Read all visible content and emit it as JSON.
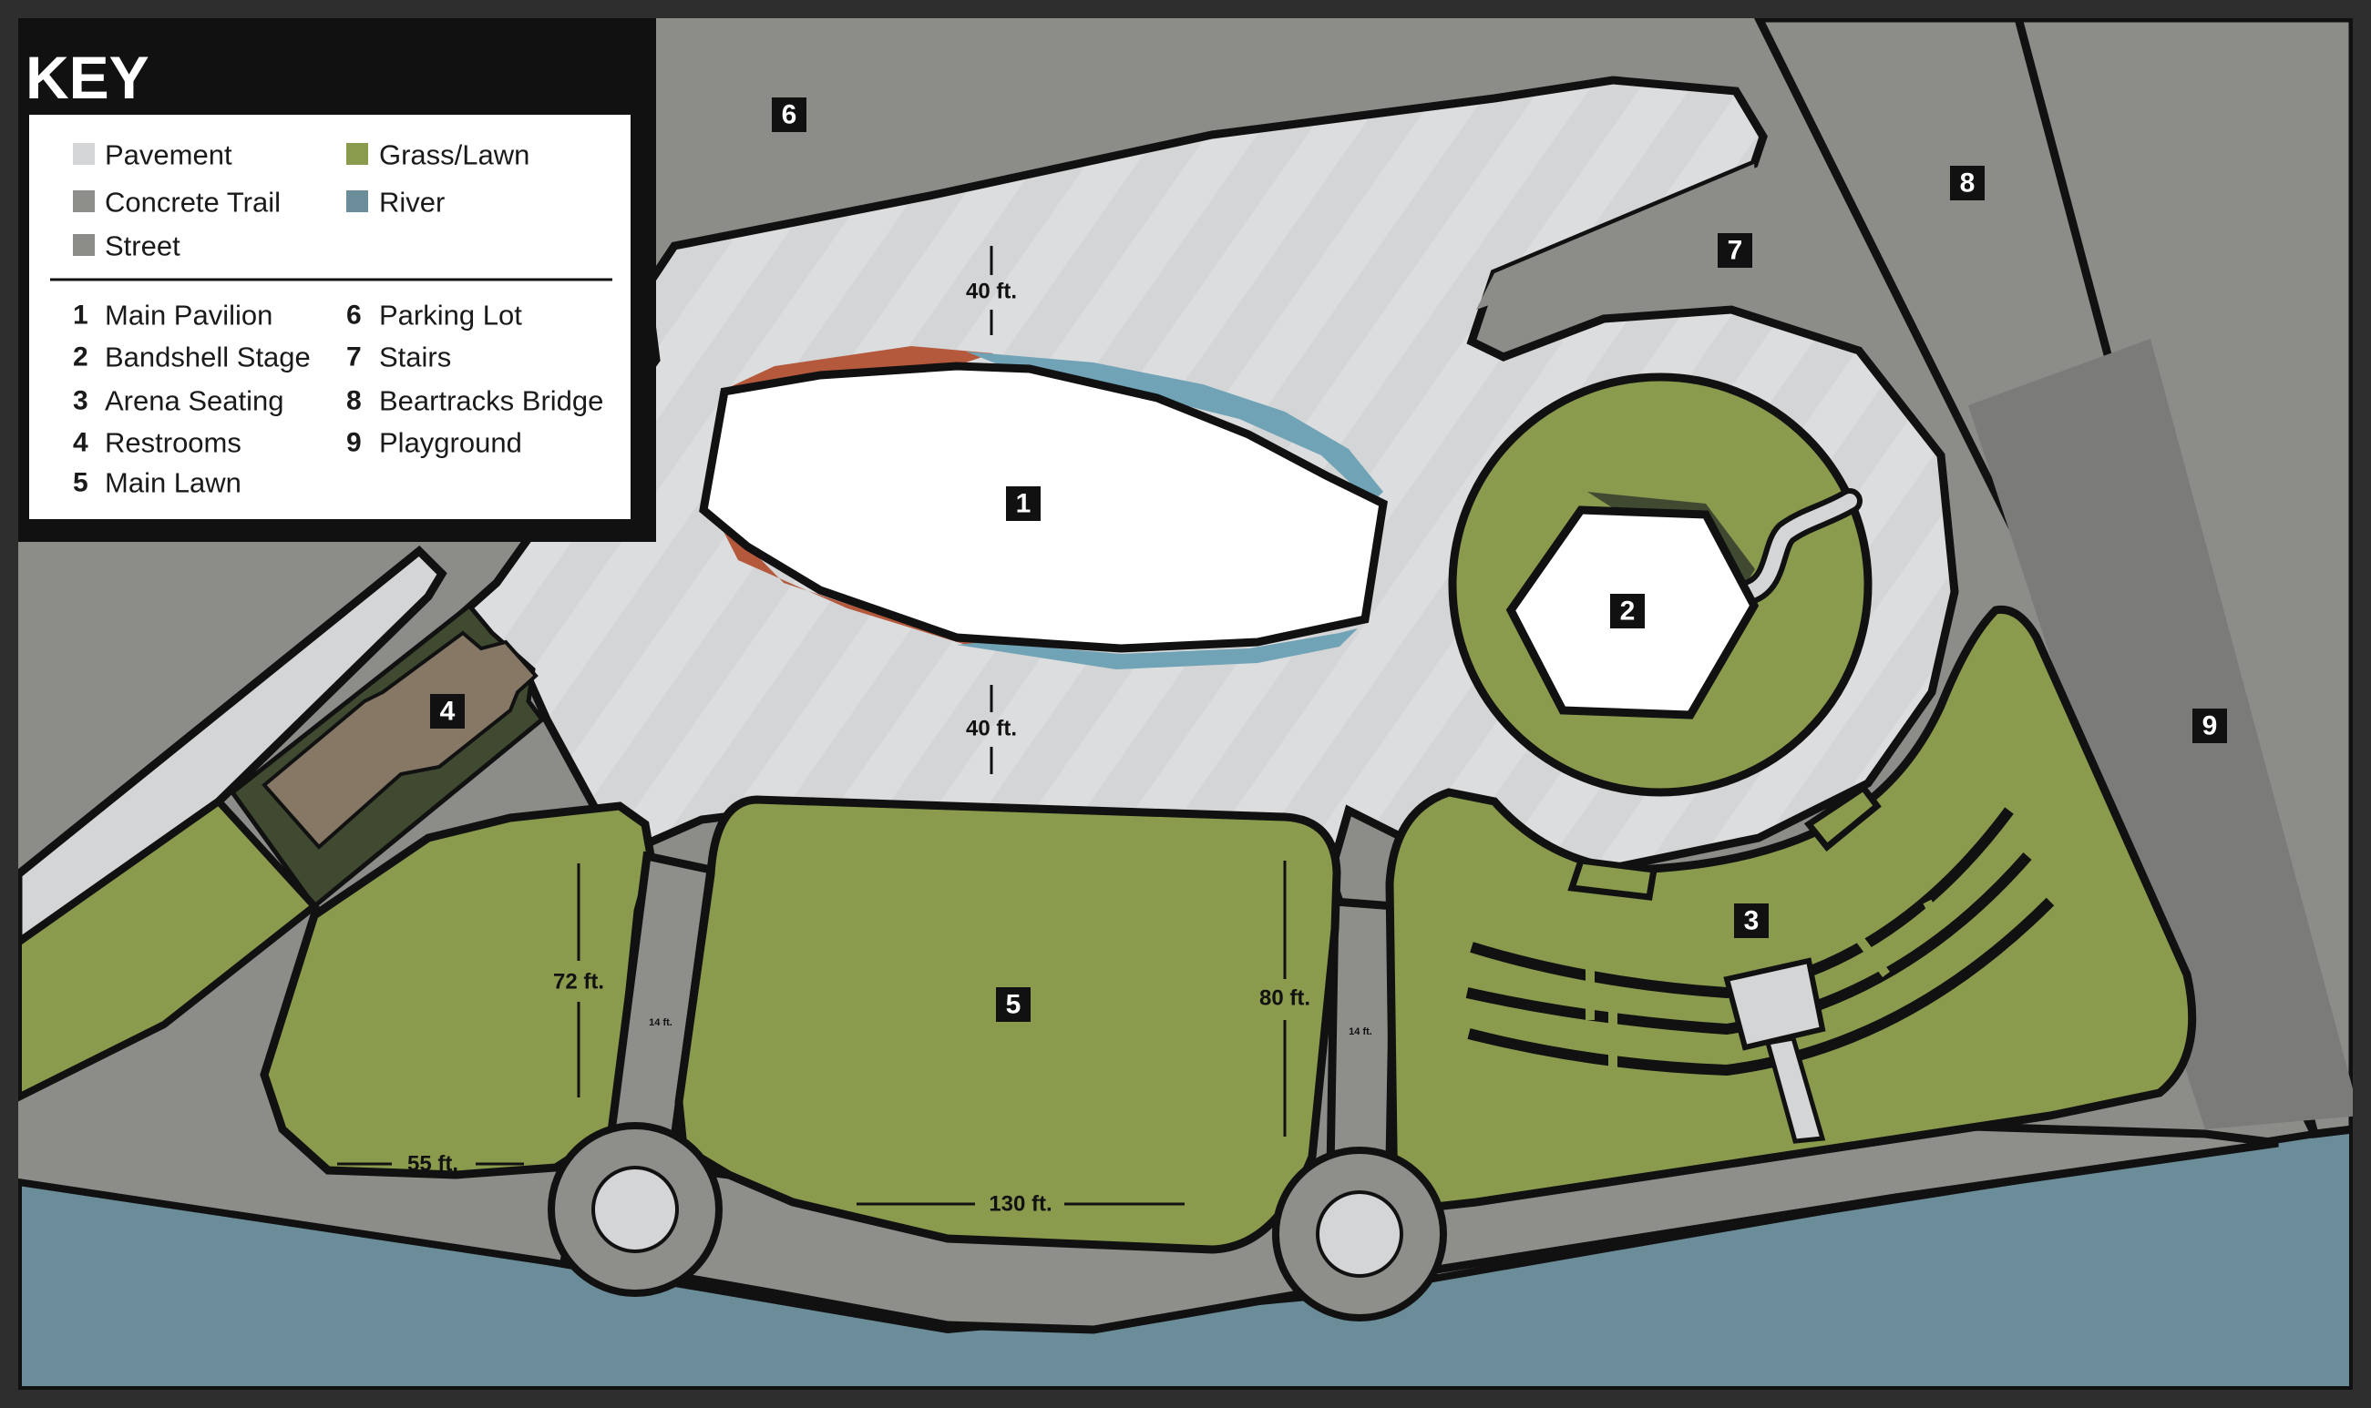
{
  "colors": {
    "frame": "#2e2e2e",
    "pavement": "#d4d5d6",
    "pavement_stripe": "#dcdddf",
    "concrete_trail": "#8e8e8b",
    "street": "#8c8c89",
    "street_dark": "#7b7b79",
    "grass": "#8a9b4e",
    "grass_dark": "#3f4a31",
    "river": "#6b8d99",
    "river_accent": "#6fa3b5",
    "brick_accent": "#b4593c",
    "restroom": "#867865",
    "building": "#ffffff",
    "outline": "#111111",
    "marker_bg": "#111111",
    "marker_text": "#ffffff"
  },
  "key": {
    "title": "KEY",
    "surfaces": [
      {
        "label": "Pavement",
        "color": "#d4d5d6"
      },
      {
        "label": "Concrete Trail",
        "color": "#8e8e8b"
      },
      {
        "label": "Street",
        "color": "#8c8c89"
      },
      {
        "label": "Grass/Lawn",
        "color": "#8a9b4e"
      },
      {
        "label": "River",
        "color": "#6b8d99"
      }
    ],
    "places": [
      {
        "num": "1",
        "label": "Main Pavilion"
      },
      {
        "num": "2",
        "label": "Bandshell Stage"
      },
      {
        "num": "3",
        "label": "Arena Seating"
      },
      {
        "num": "4",
        "label": "Restrooms"
      },
      {
        "num": "5",
        "label": "Main Lawn"
      },
      {
        "num": "6",
        "label": "Parking Lot"
      },
      {
        "num": "7",
        "label": "Stairs"
      },
      {
        "num": "8",
        "label": "Beartracks Bridge"
      },
      {
        "num": "9",
        "label": "Playground"
      }
    ]
  },
  "markers": [
    "1",
    "2",
    "3",
    "4",
    "5",
    "6",
    "7",
    "8",
    "9"
  ],
  "dimensions": {
    "pavilion_top": "40 ft.",
    "pavilion_bottom": "40 ft.",
    "west_lawn_height": "72 ft.",
    "west_lawn_width": "55 ft.",
    "main_lawn_height": "80 ft.",
    "main_lawn_width": "130 ft.",
    "west_path_width": "14 ft.",
    "east_path_width": "14 ft."
  }
}
